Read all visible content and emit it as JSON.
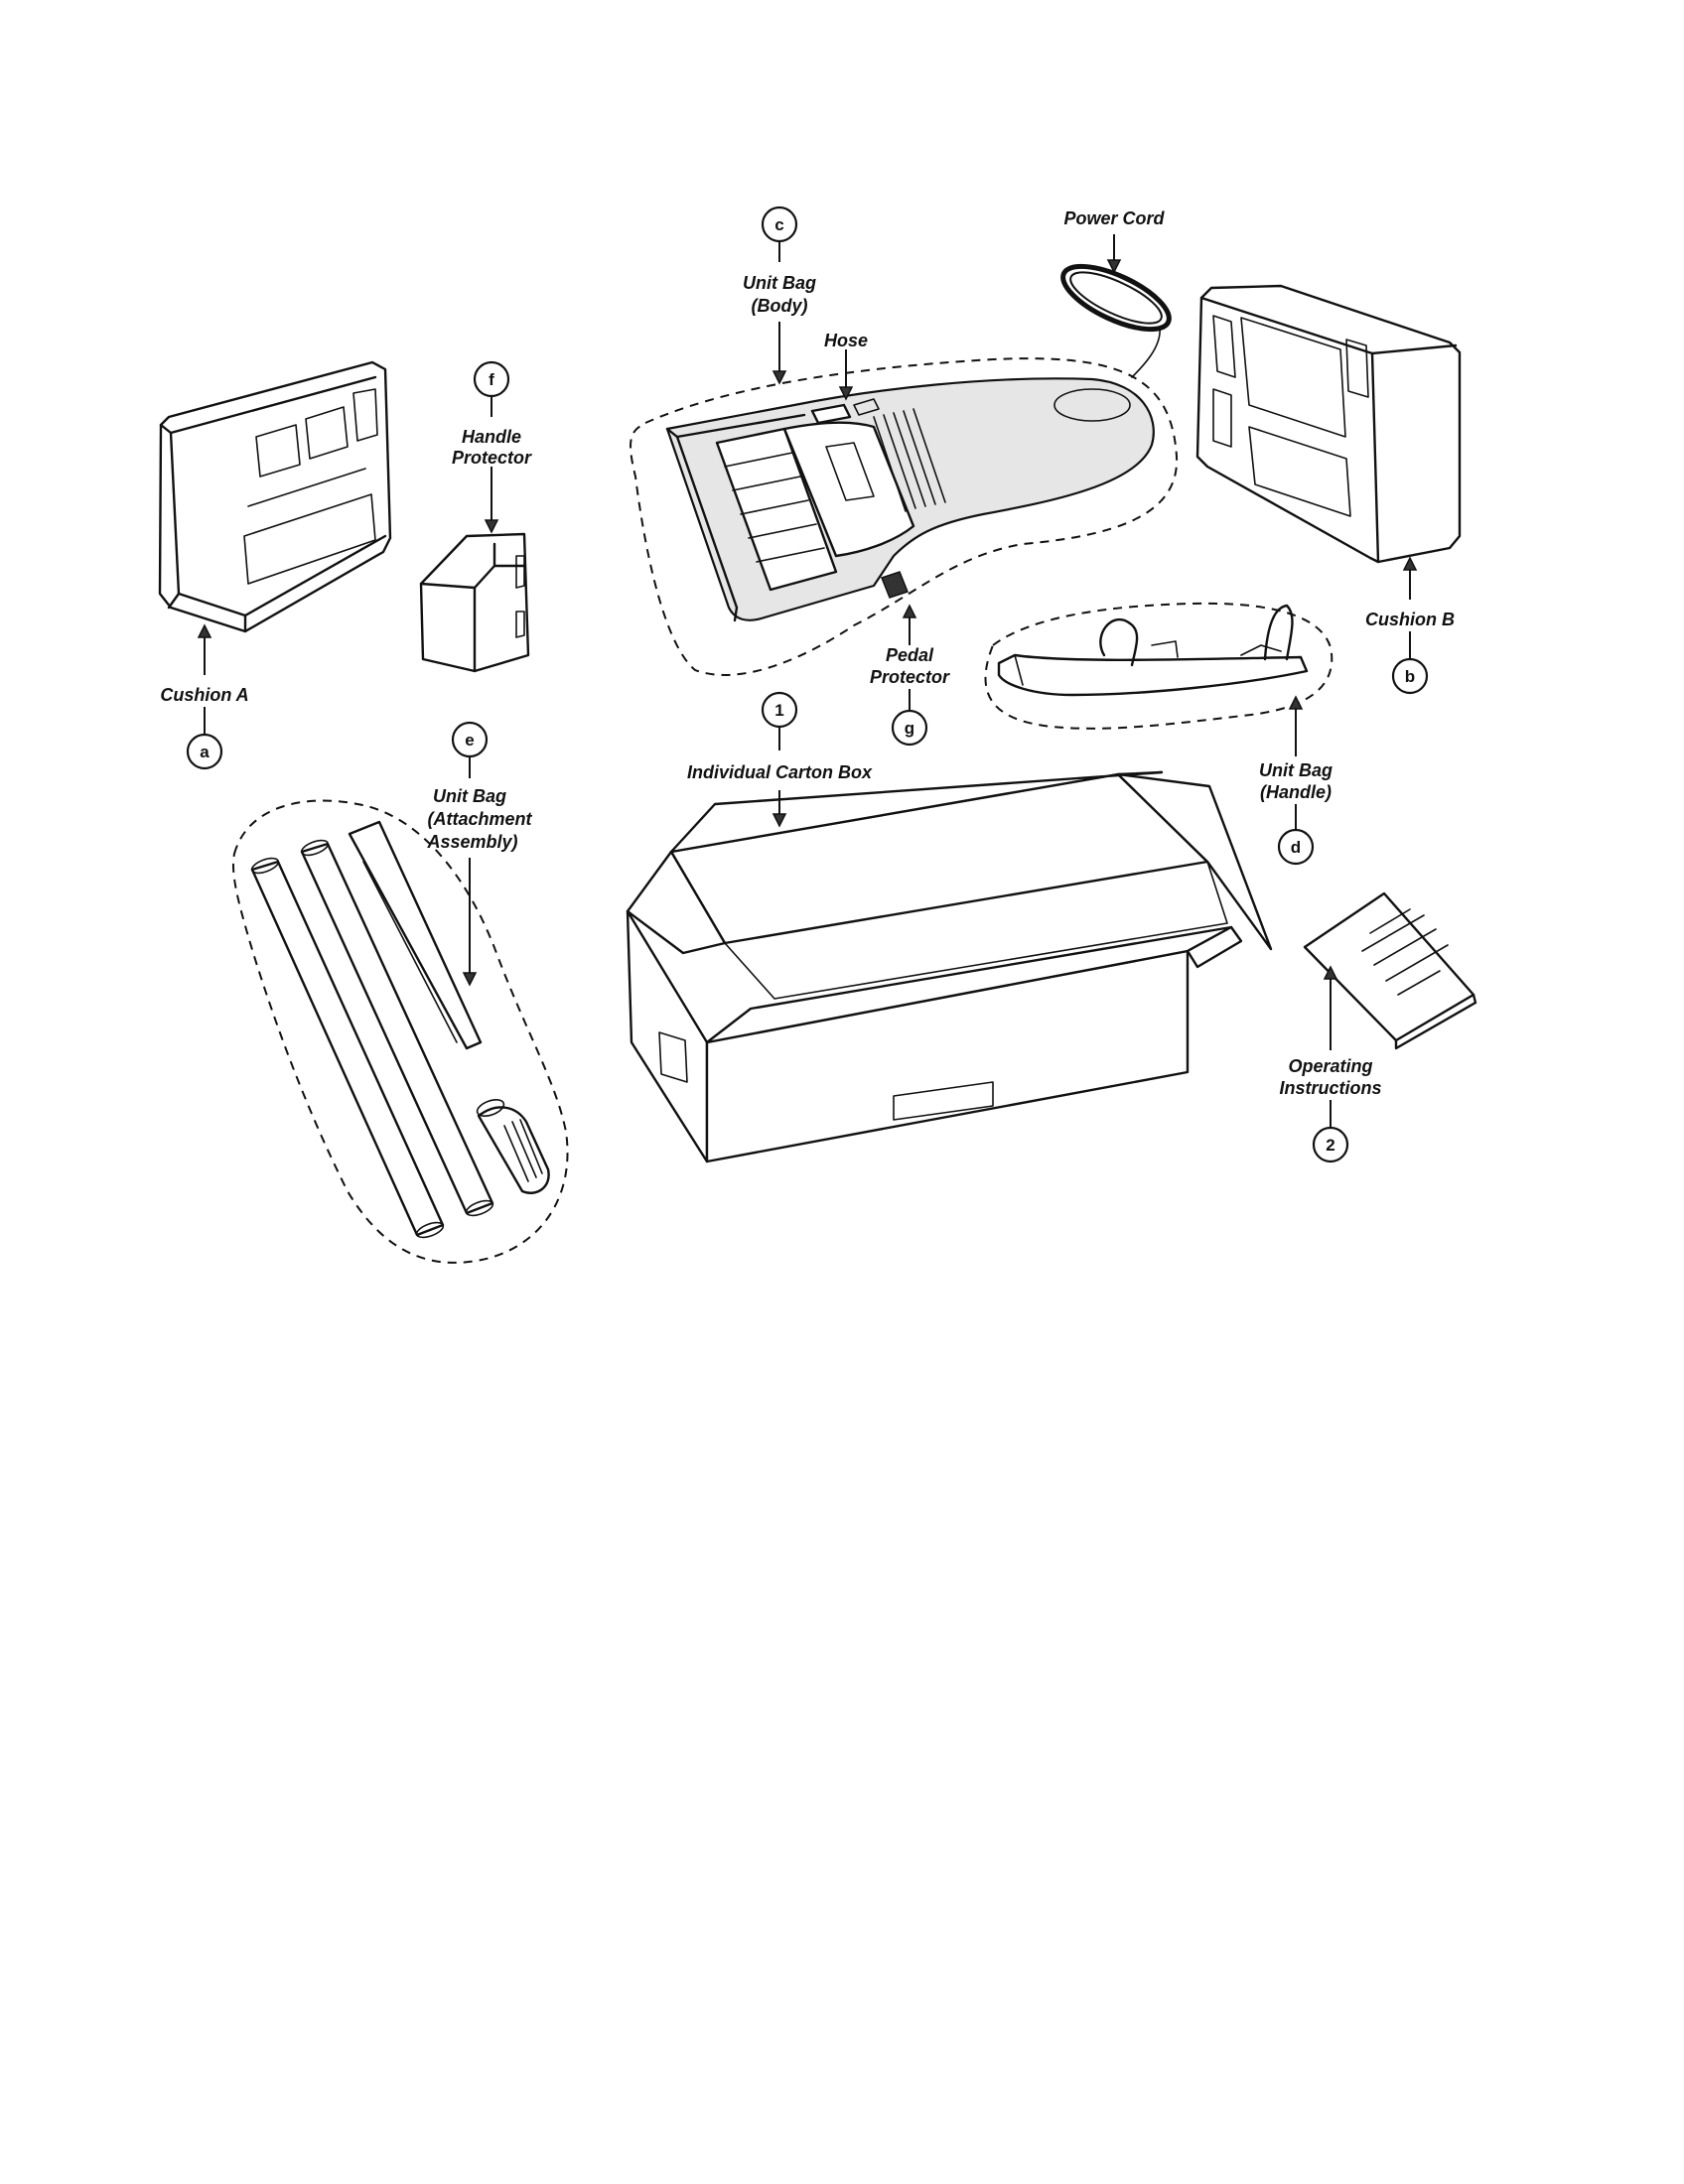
{
  "labels": {
    "power_cord": "Power Cord",
    "unit_bag_body_1": "Unit Bag",
    "unit_bag_body_2": "(Body)",
    "hose": "Hose",
    "handle_protector_1": "Handle",
    "handle_protector_2": "Protector",
    "cushion_a": "Cushion A",
    "cushion_b": "Cushion B",
    "pedal_protector_1": "Pedal",
    "pedal_protector_2": "Protector",
    "individual_carton_box": "Individual Carton Box",
    "unit_bag_attachment_1": "Unit Bag",
    "unit_bag_attachment_2": "(Attachment",
    "unit_bag_attachment_3": "Assembly)",
    "unit_bag_handle_1": "Unit Bag",
    "unit_bag_handle_2": "(Handle)",
    "operating_instructions_1": "Operating",
    "operating_instructions_2": "Instructions"
  },
  "refs": {
    "a": "a",
    "b": "b",
    "c": "c",
    "d": "d",
    "e": "e",
    "f": "f",
    "g": "g",
    "one": "1",
    "two": "2"
  }
}
